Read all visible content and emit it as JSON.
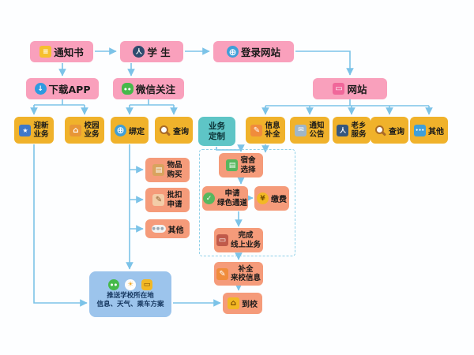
{
  "colors": {
    "pink_box": "#f9a0bc",
    "yellow_box": "#f0b22b",
    "teal_box": "#5ec5c6",
    "orange_box": "#f59b7a",
    "blue_panel": "#9cc4ec",
    "arrow": "#7cc3e8"
  },
  "nodes": {
    "notice": {
      "label": "通知书",
      "icon": "document-icon"
    },
    "student": {
      "label": "学 生",
      "icon": "student-icon"
    },
    "login": {
      "label": "登录网站",
      "icon": "globe-icon"
    },
    "app": {
      "label": "下载APP",
      "icon": "download-icon"
    },
    "wechat": {
      "label": "微信关注",
      "icon": "wechat-icon"
    },
    "website": {
      "label": "网站",
      "icon": "monitor-icon"
    },
    "welcome": {
      "line1": "迎新",
      "line2": "业务",
      "icon": "welcome-services-icon"
    },
    "campus": {
      "line1": "校园",
      "line2": "业务",
      "icon": "campus-services-icon"
    },
    "bind": {
      "label": "绑定",
      "icon": "bind-globe-icon"
    },
    "query1": {
      "label": "查询",
      "icon": "magnifier-icon"
    },
    "custom": {
      "line1": "业务",
      "line2": "定制"
    },
    "info_fill": {
      "line1": "信息",
      "line2": "补全",
      "icon": "pen-icon"
    },
    "notices": {
      "line1": "通知",
      "line2": "公告",
      "icon": "mail-icon"
    },
    "hometown": {
      "line1": "老乡",
      "line2": "服务",
      "icon": "people-icon"
    },
    "query2": {
      "label": "查询",
      "icon": "magnifier-icon"
    },
    "other1": {
      "label": "其他",
      "icon": "dots-icon"
    },
    "purchase": {
      "line1": "物品",
      "line2": "购买",
      "icon": "box-icon"
    },
    "deduct": {
      "line1": "批扣",
      "line2": "申请",
      "icon": "hand-pen-icon"
    },
    "other2": {
      "label": "其他",
      "icon": "dots-icon"
    },
    "dorm": {
      "line1": "宿舍",
      "line2": "选择",
      "icon": "dorm-icon"
    },
    "green": {
      "line1": "申请",
      "line2": "绿色通道",
      "icon": "green-channel-icon"
    },
    "pay": {
      "label": "缴费",
      "icon": "money-bag-icon"
    },
    "finish": {
      "line1": "完成",
      "line2": "线上业务",
      "icon": "laptop-icon"
    },
    "arrival_info": {
      "line1": "补全",
      "line2": "来校信息",
      "icon": "pen-icon"
    },
    "arrive": {
      "label": "到校",
      "icon": "school-icon"
    },
    "push": {
      "line1": "推送学校所在地",
      "line2": "信息、天气、乘车方案",
      "icons": [
        "wechat-icon",
        "weather-icon",
        "bus-icon"
      ]
    }
  }
}
